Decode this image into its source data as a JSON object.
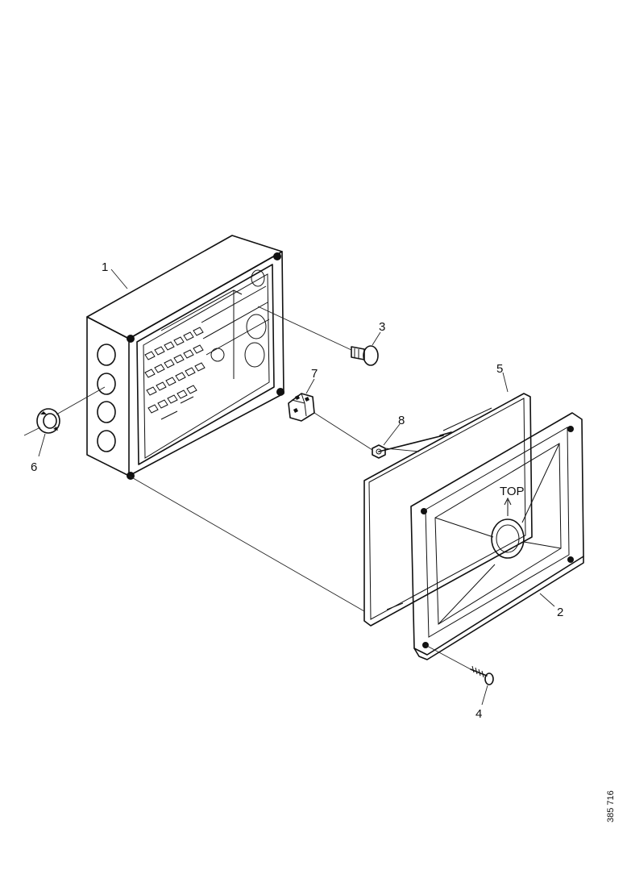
{
  "callouts": {
    "box": "1",
    "cover": "2",
    "plug": "3",
    "screw": "4",
    "gasket": "5",
    "grommet": "6",
    "terminal": "7",
    "nut": "8"
  },
  "cover_label": "TOP",
  "document_id": "385 716"
}
